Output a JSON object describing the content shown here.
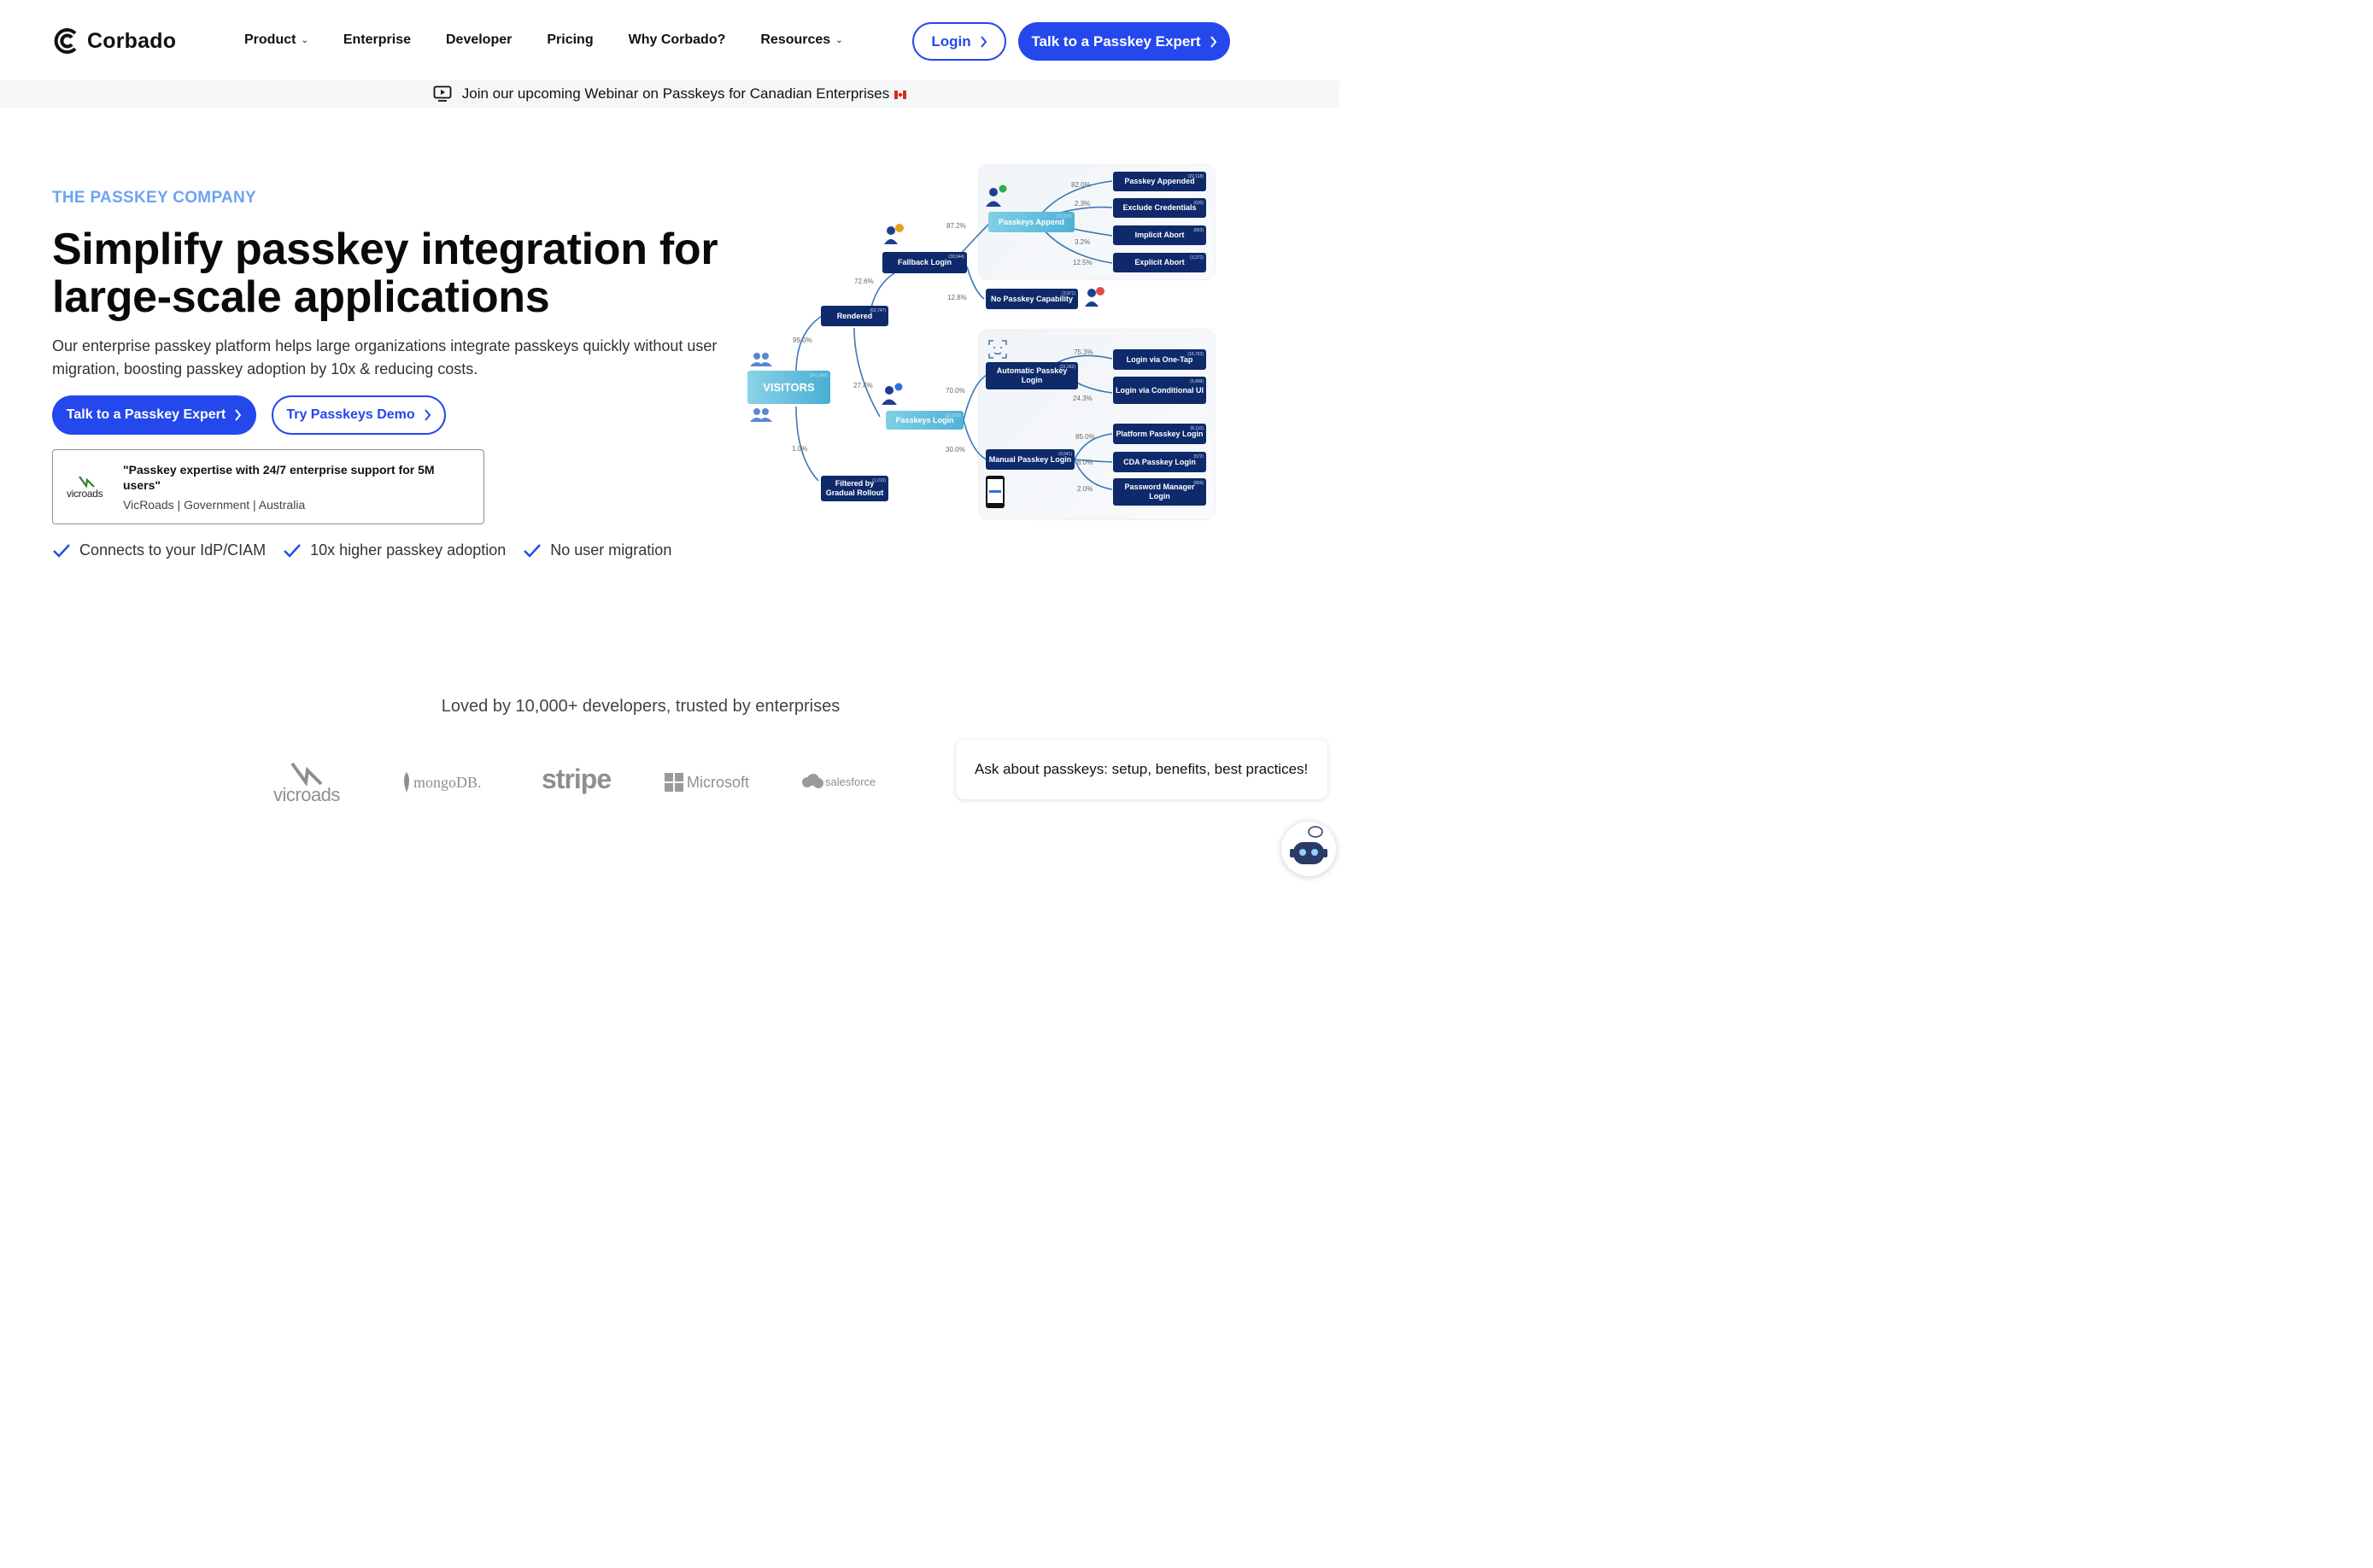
{
  "nav": {
    "brand": "Corbado",
    "links": [
      {
        "label": "Product",
        "dropdown": true
      },
      {
        "label": "Enterprise",
        "dropdown": false
      },
      {
        "label": "Developer",
        "dropdown": false
      },
      {
        "label": "Pricing",
        "dropdown": false
      },
      {
        "label": "Why Corbado?",
        "dropdown": false
      },
      {
        "label": "Resources",
        "dropdown": true
      }
    ],
    "login_label": "Login",
    "cta_label": "Talk to a Passkey Expert"
  },
  "banner": {
    "text": "Join our upcoming Webinar on Passkeys for Canadian Enterprises"
  },
  "hero": {
    "eyebrow": "THE PASSKEY COMPANY",
    "title": "Simplify passkey integration for large-scale applications",
    "subtitle": "Our enterprise passkey platform helps large organizations integrate passkeys quickly without user migration, boosting passkey adoption by 10x & reducing costs.",
    "primary_cta": "Talk to a Passkey Expert",
    "secondary_cta": "Try Passkeys Demo"
  },
  "testimonial": {
    "logo_text": "vicroads",
    "quote": "\"Passkey expertise with 24/7 enterprise support for 5M users\"",
    "meta": "VicRoads | Government | Australia"
  },
  "checks": [
    "Connects to your IdP/CIAM",
    "10x higher passkey adoption",
    "No user migration"
  ],
  "diagram": {
    "visitors": {
      "label": "VISITORS",
      "count": "(101,000)"
    },
    "rendered": {
      "label": "Rendered",
      "count": "(62,747)"
    },
    "filtered": {
      "label": "Filtered by Gradual Rollout",
      "count": "(1,010)"
    },
    "fallback": {
      "label": "Fallback Login",
      "count": "(30,944)"
    },
    "no_capability": {
      "label": "No Passkey Capability",
      "count": "(3,971)"
    },
    "passkeys_append": {
      "label": "Passkeys Append",
      "count": "(26,973)"
    },
    "passkey_appended": {
      "label": "Passkey Appended",
      "count": "(22,118)"
    },
    "exclude_credentials": {
      "label": "Exclude Credentials",
      "count": "(620)"
    },
    "implicit_abort": {
      "label": "Implicit Abort",
      "count": "(863)"
    },
    "explicit_abort": {
      "label": "Explicit Abort",
      "count": "(3,372)"
    },
    "passkeys_login": {
      "label": "Passkeys Login",
      "count": "(31,803)"
    },
    "automatic_login": {
      "label": "Automatic Passkey Login",
      "count": "(22,262)"
    },
    "one_tap": {
      "label": "Login via One-Tap",
      "count": "(16,763)"
    },
    "conditional_ui": {
      "label": "Login via Conditional UI",
      "count": "(5,499)"
    },
    "manual_login": {
      "label": "Manual Passkey Login",
      "count": "(9,541)"
    },
    "platform_login": {
      "label": "Platform Passkey Login",
      "count": "(8,110)"
    },
    "cda_login": {
      "label": "CDA Passkey Login",
      "count": "(572)"
    },
    "password_manager": {
      "label": "Password Manager Login",
      "count": "(859)"
    },
    "pcts": {
      "rendered": "99.0%",
      "filtered": "1.0%",
      "fallback": "72.6%",
      "passkeys_login": "27.4%",
      "append": "87.2%",
      "no_cap": "12.8%",
      "appended": "82.0%",
      "exclude": "2.3%",
      "implicit": "3.2%",
      "explicit": "12.5%",
      "automatic": "70.0%",
      "manual": "30.0%",
      "one_tap": "75.3%",
      "conditional": "24.3%",
      "platform": "85.0%",
      "cda": "6.0%",
      "pwm": "2.0%"
    }
  },
  "loved": "Loved by 10,000+ developers, trusted by enterprises",
  "logos": {
    "vicroads": "vicroads",
    "mongodb": "mongoDB.",
    "stripe": "stripe",
    "microsoft": "Microsoft",
    "salesforce": "salesforce"
  },
  "chat": {
    "text": "Ask about passkeys: setup, benefits, best practices!"
  },
  "colors": {
    "primary": "#2448ec",
    "eyebrow": "#6ea3f5",
    "node": "#0f2a6b"
  }
}
